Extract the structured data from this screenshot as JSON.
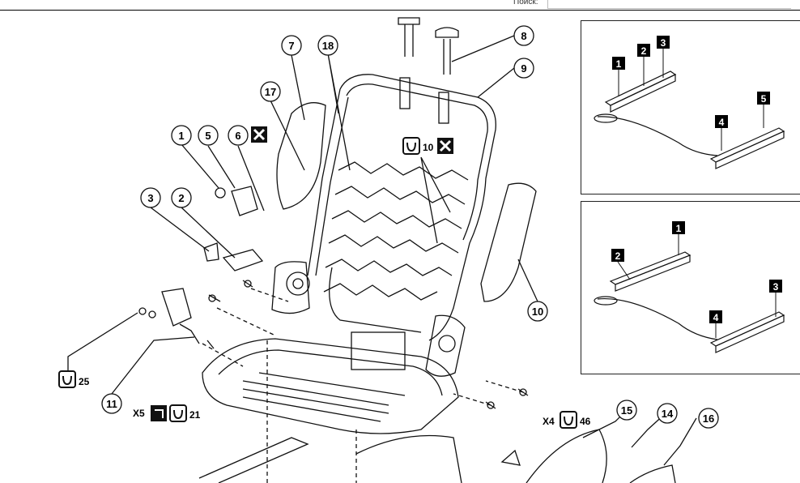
{
  "header": {
    "search_label": "Поиск:",
    "search_value": ""
  },
  "callouts": [
    "7",
    "18",
    "17",
    "1",
    "5",
    "6",
    "3",
    "2",
    "8",
    "9",
    "10",
    "10",
    "11",
    "15",
    "14",
    "16"
  ],
  "annotations": {
    "qty_25": "25",
    "x5": "X5",
    "qty_21": "21",
    "x4": "X4",
    "qty_46": "46"
  },
  "inset_top": {
    "labels": [
      "1",
      "2",
      "3",
      "4",
      "5"
    ]
  },
  "inset_bottom": {
    "labels": [
      "1",
      "2",
      "3",
      "4"
    ]
  }
}
